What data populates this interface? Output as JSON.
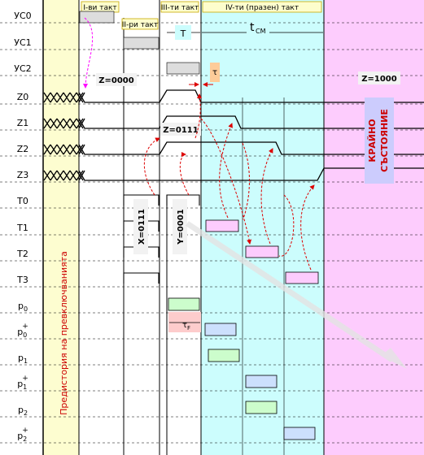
{
  "signals": [
    "УС0",
    "УС1",
    "УС2",
    "Z0",
    "Z1",
    "Z2",
    "Z3",
    "T0",
    "T1",
    "T2",
    "T3",
    "p0",
    "p0+",
    "p1",
    "p1+",
    "p2",
    "p2+"
  ],
  "signal_labels": [
    {
      "base": "УС0",
      "sub": "",
      "sup": ""
    },
    {
      "base": "УС1",
      "sub": "",
      "sup": ""
    },
    {
      "base": "УС2",
      "sub": "",
      "sup": ""
    },
    {
      "base": "Z0",
      "sub": "",
      "sup": ""
    },
    {
      "base": "Z1",
      "sub": "",
      "sup": ""
    },
    {
      "base": "Z2",
      "sub": "",
      "sup": ""
    },
    {
      "base": "Z3",
      "sub": "",
      "sup": ""
    },
    {
      "base": "T0",
      "sub": "",
      "sup": ""
    },
    {
      "base": "T1",
      "sub": "",
      "sup": ""
    },
    {
      "base": "T2",
      "sub": "",
      "sup": ""
    },
    {
      "base": "T3",
      "sub": "",
      "sup": ""
    },
    {
      "base": "p",
      "sub": "0",
      "sup": ""
    },
    {
      "base": "p",
      "sub": "0",
      "sup": "+"
    },
    {
      "base": "p",
      "sub": "1",
      "sup": ""
    },
    {
      "base": "p",
      "sub": "1",
      "sup": "+"
    },
    {
      "base": "p",
      "sub": "2",
      "sup": ""
    },
    {
      "base": "p",
      "sub": "2",
      "sup": "+"
    }
  ],
  "phases": {
    "tact1": "I-ви такт",
    "tact2": "II-ри такт",
    "tact3": "III-ти такт",
    "tact4": "IV-ти (празен) такт"
  },
  "timings": {
    "T": "T",
    "tcm_base": "t",
    "tcm_sub": "CM",
    "tau": "τ",
    "tauF_base": "τ",
    "tauF_sub": "F"
  },
  "annotations": {
    "z_initial": "Z=0000",
    "z_mid": "Z=0111",
    "z_final": "Z=1000",
    "x_value": "X=0111",
    "y_value": "Y=0001"
  },
  "regions": {
    "prehistory": "Предистория на превключванията",
    "final_state_line1": "КРАЙНО",
    "final_state_line2": "СЪСТОЯНИЕ"
  },
  "colors": {
    "prehistory_bg": "#fdfdd0",
    "tact4_bg": "#ccfdfd",
    "final_bg": "#fdccfd",
    "final_box": "#ccccfd",
    "final_text": "#cc0000",
    "prehistory_text": "#cc0000",
    "label_box_fill": "#fdfdcc",
    "label_box_border": "#c8a800",
    "timing_box": "#ccfdfd",
    "tau_box": "#fdcc99",
    "tauF_box": "#fdcccc",
    "pulse_gray": "#dddddd",
    "pulse_pink": "#fdccfd",
    "pulse_blue": "#cce0fd",
    "pulse_green": "#ccfdcc",
    "arrow_red": "#dd0000",
    "arrow_magenta": "#ff00ff"
  }
}
